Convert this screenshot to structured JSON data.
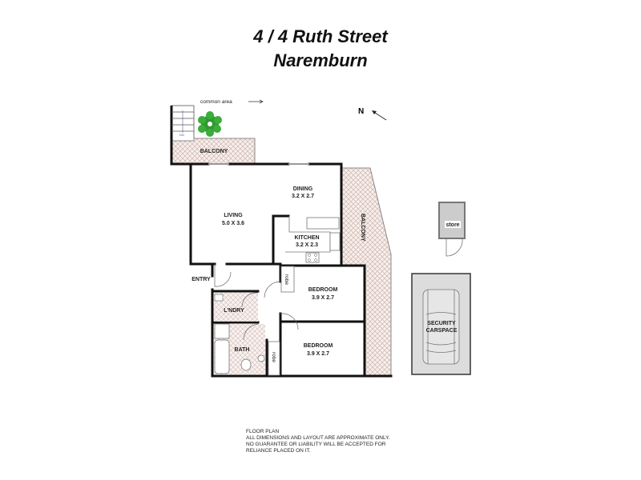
{
  "title": {
    "line1": "4 / 4 Ruth Street",
    "line2": "Naremburn"
  },
  "annotations": {
    "common_area": "common area",
    "north": "N",
    "stairs_down": "DN"
  },
  "rooms": {
    "balcony_upper": "BALCONY",
    "balcony_side": "BALCONY",
    "dining": {
      "name": "DINING",
      "size": "3.2 X 2.7"
    },
    "living": {
      "name": "LIVING",
      "size": "5.0 X 3.6"
    },
    "kitchen": {
      "name": "KITCHEN",
      "size": "3.2 X 2.3"
    },
    "bedroom1": {
      "name": "BEDROOM",
      "size": "3.9 X 2.7"
    },
    "bedroom2": {
      "name": "BEDROOM",
      "size": "3.9 X 2.7"
    },
    "entry": "ENTRY",
    "laundry": "L'NDRY",
    "bath": "BATH",
    "robe1": "robe",
    "robe2": "robe",
    "store": "store",
    "carspace": {
      "line1": "SECURITY",
      "line2": "CARSPACE"
    }
  },
  "disclaimer": [
    "FLOOR PLAN",
    "ALL DIMENSIONS AND LAYOUT ARE APPROXIMATE ONLY.",
    "NO GUARANTEE OR LIABILITY WILL BE ACCEPTED FOR",
    "RELIANCE PLACED ON IT."
  ],
  "colors": {
    "plant": "#2e9a2e",
    "hatch": "#c9a9a0",
    "carspace": "#dcdcdc",
    "store": "#cccccc"
  }
}
